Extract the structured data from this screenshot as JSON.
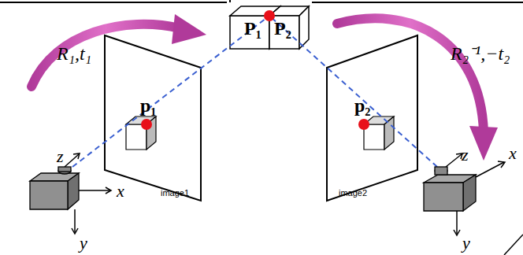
{
  "diagram": {
    "labels": [
      "R₁,t₁",
      "P₁",
      "P₂",
      "R₂⁻¹,−t₂",
      "p₁",
      "z",
      "x",
      "y",
      "image1",
      "p₂",
      "z",
      "x",
      "y",
      "image2"
    ]
  }
}
